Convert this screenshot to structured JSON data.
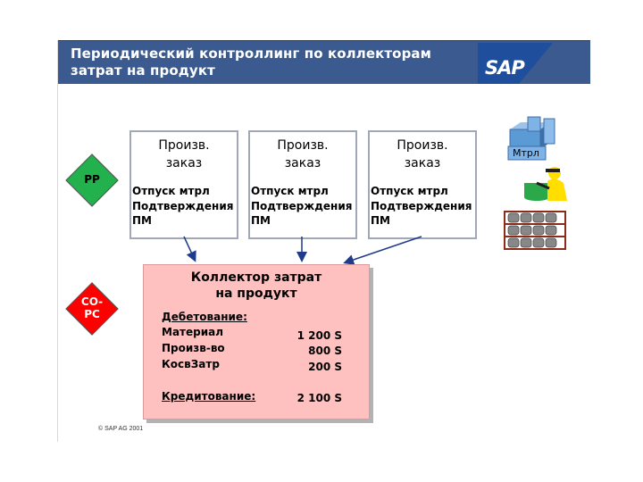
{
  "header": {
    "title": "Периодический контроллинг по коллекторам\nзатрат на продукт",
    "logo_text": "SAP"
  },
  "badges": {
    "pp": "PP",
    "copc": "CO-\nPC",
    "pp_color": "#22b14c",
    "copc_color": "#ff0000"
  },
  "orders": [
    {
      "title": "Произв.\nзаказ",
      "lines": "Отпуск мтрл\nПодтверждения\nПМ"
    },
    {
      "title": "Произв.\nзаказ",
      "lines": "Отпуск мтрл\nПодтверждения\nПМ"
    },
    {
      "title": "Произв.\nзаказ",
      "lines": "Отпуск мтрл\nПодтверждения\nПМ"
    }
  ],
  "collector": {
    "title": "Коллектор затрат\nна продукт",
    "debit_header": "Дебетование:",
    "rows": [
      {
        "label": "Материал",
        "value": "1 200 S"
      },
      {
        "label": "Произв-во",
        "value": "800 S"
      },
      {
        "label": "КосвЗатр",
        "value": "200 S"
      }
    ],
    "credit_header": "Кредитование:",
    "credit_value": "2 100 S",
    "fill_color": "#ffc0c0"
  },
  "icons": {
    "material_label": "Мтрл",
    "material_icon": "warehouse-boxes-icon",
    "worker_icon": "worker-icon",
    "shelf_icon": "storage-shelf-icon"
  },
  "footer": {
    "copyright": "© SAP AG 2001"
  }
}
